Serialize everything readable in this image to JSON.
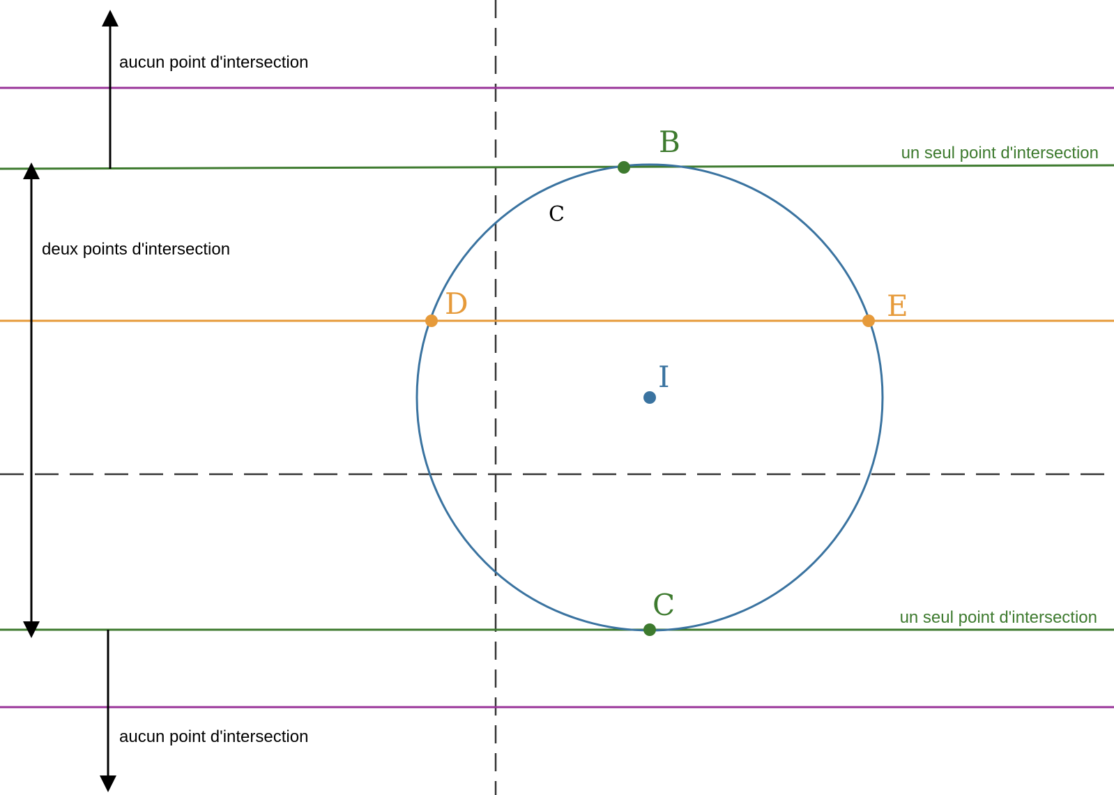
{
  "colors": {
    "purple": "#993399",
    "green": "#3d7a2e",
    "orange": "#e69a3a",
    "blue": "#3a73a0",
    "axis": "#333333",
    "black": "#000000"
  },
  "labels": {
    "top_region": "aucun point d'intersection",
    "bottom_region": "aucun point d'intersection",
    "middle_region": "deux points d'intersection",
    "tangent_top": "un seul point d'intersection",
    "tangent_bottom": "un seul point d'intersection",
    "circle_name": "C"
  },
  "points": {
    "B": "B",
    "C": "C",
    "D": "D",
    "E": "E",
    "I": "I"
  }
}
